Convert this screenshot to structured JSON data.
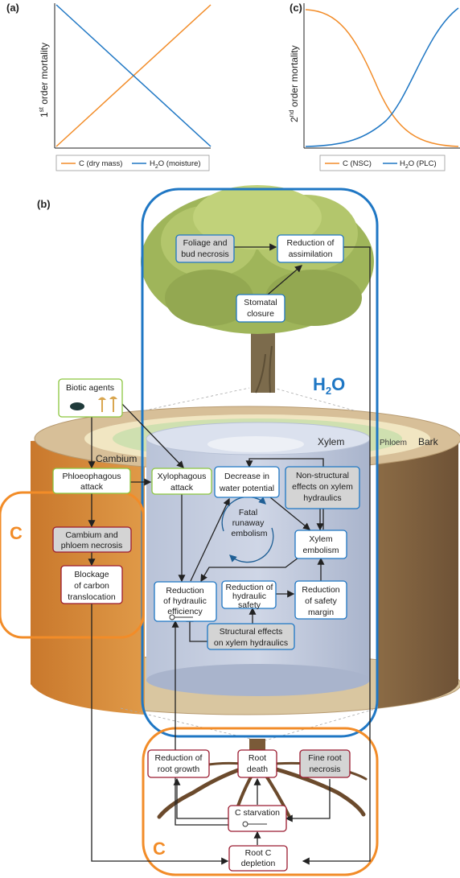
{
  "panels": {
    "a": {
      "label": "(a)",
      "ylabel_main": "1",
      "ylabel_sup": "st",
      "ylabel_rest": " order mortality",
      "legend": [
        {
          "name": "C (dry mass)",
          "color": "#f28c28"
        },
        {
          "name": "H",
          "sub": "2",
          "rest": "O (moisture)",
          "color": "#1f77c4"
        }
      ]
    },
    "c": {
      "label": "(c)",
      "ylabel_main": "2",
      "ylabel_sup": "nd",
      "ylabel_rest": " order mortality",
      "legend": [
        {
          "name": "C (NSC)",
          "color": "#f28c28"
        },
        {
          "name": "H",
          "sub": "2",
          "rest": "O (PLC)",
          "color": "#1f77c4"
        }
      ]
    },
    "b": {
      "label": "(b)"
    }
  },
  "regions": {
    "h2o_main": "H",
    "h2o_sub": "2",
    "h2o_rest": "O",
    "c_left": "C",
    "c_bottom": "C",
    "xylem": "Xylem",
    "phloem": "Phloem",
    "bark": "Bark",
    "cambium": "Cambium"
  },
  "boxes": {
    "foliage": [
      "Foliage and",
      "bud necrosis"
    ],
    "assimilation": [
      "Reduction of",
      "assimilation"
    ],
    "stomatal": [
      "Stomatal",
      "closure"
    ],
    "biotic": [
      "Biotic agents"
    ],
    "phloeophagous": [
      "Phloeophagous",
      "attack"
    ],
    "xylophagous": [
      "Xylophagous",
      "attack"
    ],
    "water_potential": [
      "Decrease in",
      "water potential"
    ],
    "nonstructural": [
      "Non-structural",
      "effects on xylem",
      "hydraulics"
    ],
    "runaway": [
      "Fatal",
      "runaway",
      "embolism"
    ],
    "embolism": [
      "Xylem",
      "embolism"
    ],
    "cambium_necrosis": [
      "Cambium and",
      "phloem necrosis"
    ],
    "blockage": [
      "Blockage",
      "of carbon",
      "translocation"
    ],
    "efficiency": [
      "Reduction",
      "of hydraulic",
      "efficiency"
    ],
    "safety": [
      "Reduction of",
      "hydraulic",
      "safety"
    ],
    "margin": [
      "Reduction",
      "of safety",
      "margin"
    ],
    "structural": [
      "Structural effects",
      "on xylem hydraulics"
    ],
    "root_growth": [
      "Reduction of",
      "root growth"
    ],
    "root_death": [
      "Root",
      "death"
    ],
    "fine_root": [
      "Fine root",
      "necrosis"
    ],
    "c_starvation": [
      "C starvation"
    ],
    "root_c": [
      "Root C",
      "depletion"
    ]
  },
  "colors": {
    "blue": "#1f77c4",
    "orange": "#f28c28",
    "green_border": "#8cc63f",
    "red_border": "#9b1b30",
    "grey_fill": "#d4d4d4"
  }
}
